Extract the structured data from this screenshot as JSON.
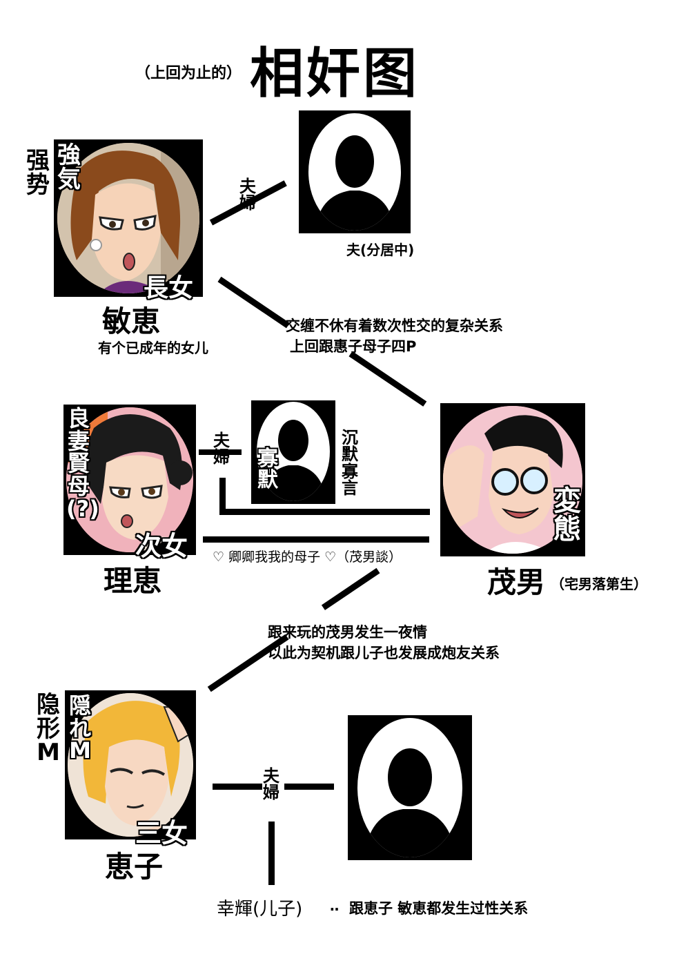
{
  "header": {
    "subtitle": "（上回为止的）",
    "title": "相奸图"
  },
  "toshie": {
    "trait_vertical_1": "强势",
    "trait_vertical_2": "強気",
    "rank": "長女",
    "name": "敏恵",
    "note": "有个已成年的女儿",
    "hair_color": "#8a4a1c",
    "bg_color": "#c9b6a0"
  },
  "husband1": {
    "marriage_label": "夫婦",
    "caption": "夫(分居中)"
  },
  "relation1": {
    "line1": "交缠不休有着数次性交的复杂关系",
    "line2": "上回跟惠子母子四P"
  },
  "rie": {
    "trait_vertical": "良妻賢母(?)",
    "rank": "次女",
    "name": "理恵",
    "hair_color": "#1b1b1b",
    "bg_color": "#e99aa6"
  },
  "husband2": {
    "marriage_label": "夫婦",
    "inner_label": "寡默",
    "side_label": "沉默寡言"
  },
  "rie_relation": {
    "text": "♡ 卿卿我我的母子 ♡（茂男談）"
  },
  "shigeo": {
    "trait": "変態",
    "name": "茂男",
    "note": "（宅男落第生）",
    "bg_color": "#f4c6cf"
  },
  "relation2": {
    "line1": "跟来玩的茂男发生一夜情",
    "line2": "以此为契机跟儿子也发展成炮友关系"
  },
  "keiko": {
    "trait_vertical_1": "隐形M",
    "trait_vertical_2": "隠れM",
    "rank": "三女",
    "name": "恵子",
    "hair_color": "#f2b739",
    "bg_color": "#f0dccf"
  },
  "husband3": {
    "marriage_label": "夫婦"
  },
  "son": {
    "name": "幸輝(儿子)",
    "dots": "‥",
    "note": "跟恵子 敏恵都发生过性关系"
  }
}
